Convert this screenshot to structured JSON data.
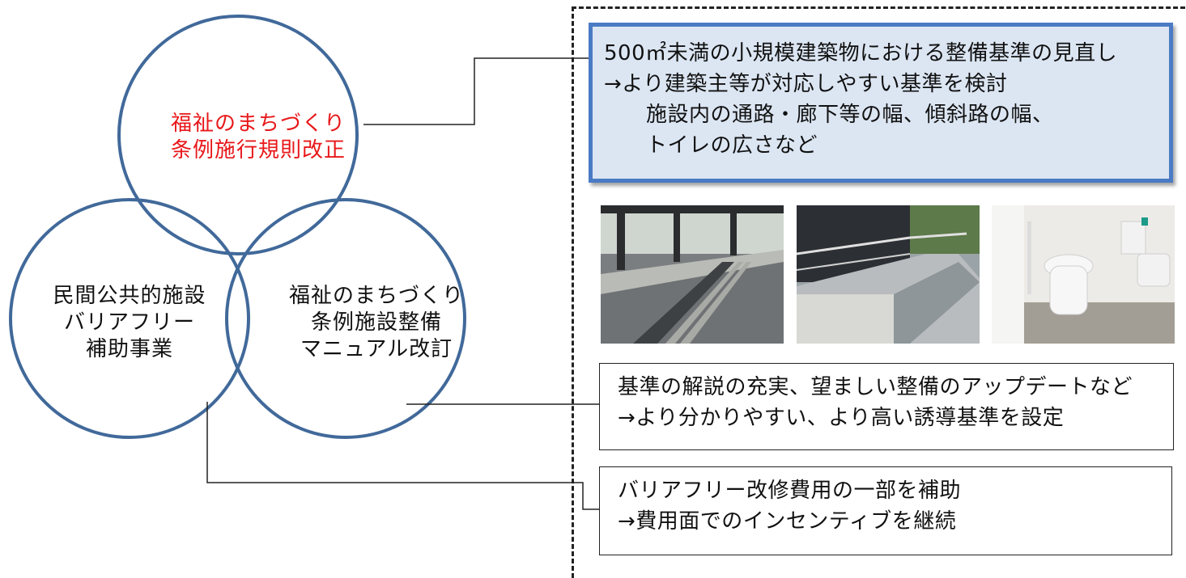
{
  "venn": {
    "top_circle": {
      "line1": "福祉のまちづくり",
      "line2": "条例施行規則改正",
      "color": "#e8171a"
    },
    "left_circle": {
      "line1": "民間公共的施設",
      "line2": "バリアフリー",
      "line3": "補助事業"
    },
    "right_circle": {
      "line1": "福祉のまちづくり",
      "line2": "条例施設整備",
      "line3": "マニュアル改訂"
    },
    "circle_stroke_color": "#41699a"
  },
  "callouts": {
    "top": {
      "line1": "500㎡未満の小規模建築物における整備基準の見直し",
      "line2": "→より建築主等が対応しやすい基準を検討",
      "line3": "施設内の通路・廊下等の幅、傾斜路の幅、",
      "line4": "トイレの広さなど",
      "background_color": "#dce6f3",
      "border_color": "#4a7bc4"
    },
    "middle": {
      "line1": "基準の解説の充実、望ましい整備のアップデートなど",
      "line2": "→より分かりやすい、より高い誘導基準を設定"
    },
    "bottom": {
      "line1": "バリアフリー改修費用の一部を補助",
      "line2": "→費用面でのインセンティブを継続"
    }
  },
  "photos": [
    {
      "icon": "tactile-paving-walkway-photo"
    },
    {
      "icon": "ramp-with-handrail-photo"
    },
    {
      "icon": "accessible-toilet-photo"
    }
  ]
}
